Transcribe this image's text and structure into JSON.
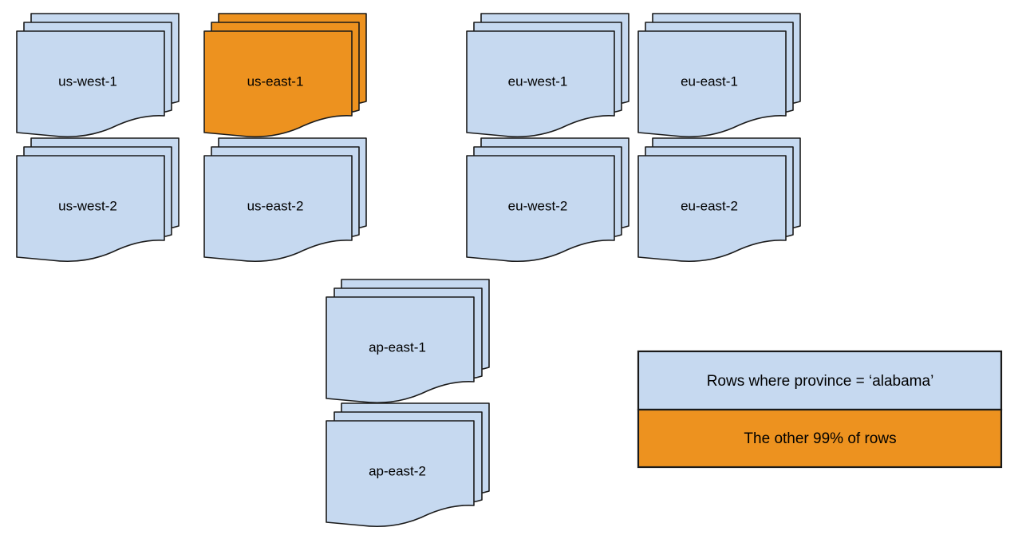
{
  "diagram": {
    "type": "data-distribution-stacks",
    "colors": {
      "light_blue_fill": "#C6D9F0",
      "orange_fill": "#ED921F",
      "outline": "#1A1A1A",
      "background": "#FFFFFF"
    },
    "stacks": [
      {
        "id": "us-west-1",
        "label": "us-west-1",
        "color": "light_blue",
        "sheets": 3,
        "column": 1,
        "row": 1
      },
      {
        "id": "us-east-1",
        "label": "us-east-1",
        "color": "orange",
        "sheets": 3,
        "column": 2,
        "row": 1
      },
      {
        "id": "eu-west-1",
        "label": "eu-west-1",
        "color": "light_blue",
        "sheets": 3,
        "column": 3,
        "row": 1
      },
      {
        "id": "eu-east-1",
        "label": "eu-east-1",
        "color": "light_blue",
        "sheets": 3,
        "column": 4,
        "row": 1
      },
      {
        "id": "us-west-2",
        "label": "us-west-2",
        "color": "light_blue",
        "sheets": 3,
        "column": 1,
        "row": 2
      },
      {
        "id": "us-east-2",
        "label": "us-east-2",
        "color": "light_blue",
        "sheets": 3,
        "column": 2,
        "row": 2
      },
      {
        "id": "eu-west-2",
        "label": "eu-west-2",
        "color": "light_blue",
        "sheets": 3,
        "column": 3,
        "row": 2
      },
      {
        "id": "eu-east-2",
        "label": "eu-east-2",
        "color": "light_blue",
        "sheets": 3,
        "column": 4,
        "row": 2
      },
      {
        "id": "ap-east-1",
        "label": "ap-east-1",
        "color": "light_blue",
        "sheets": 3,
        "column": 2.6,
        "row": 3
      },
      {
        "id": "ap-east-2",
        "label": "ap-east-2",
        "color": "light_blue",
        "sheets": 3,
        "column": 2.6,
        "row": 4
      }
    ],
    "legend": {
      "name": "legend",
      "items": [
        {
          "id": "legend-blue",
          "swatch_color": "light_blue",
          "text": "Rows where province = ‘alabama’"
        },
        {
          "id": "legend-orange",
          "swatch_color": "orange",
          "text": "The other 99% of rows"
        }
      ]
    }
  }
}
